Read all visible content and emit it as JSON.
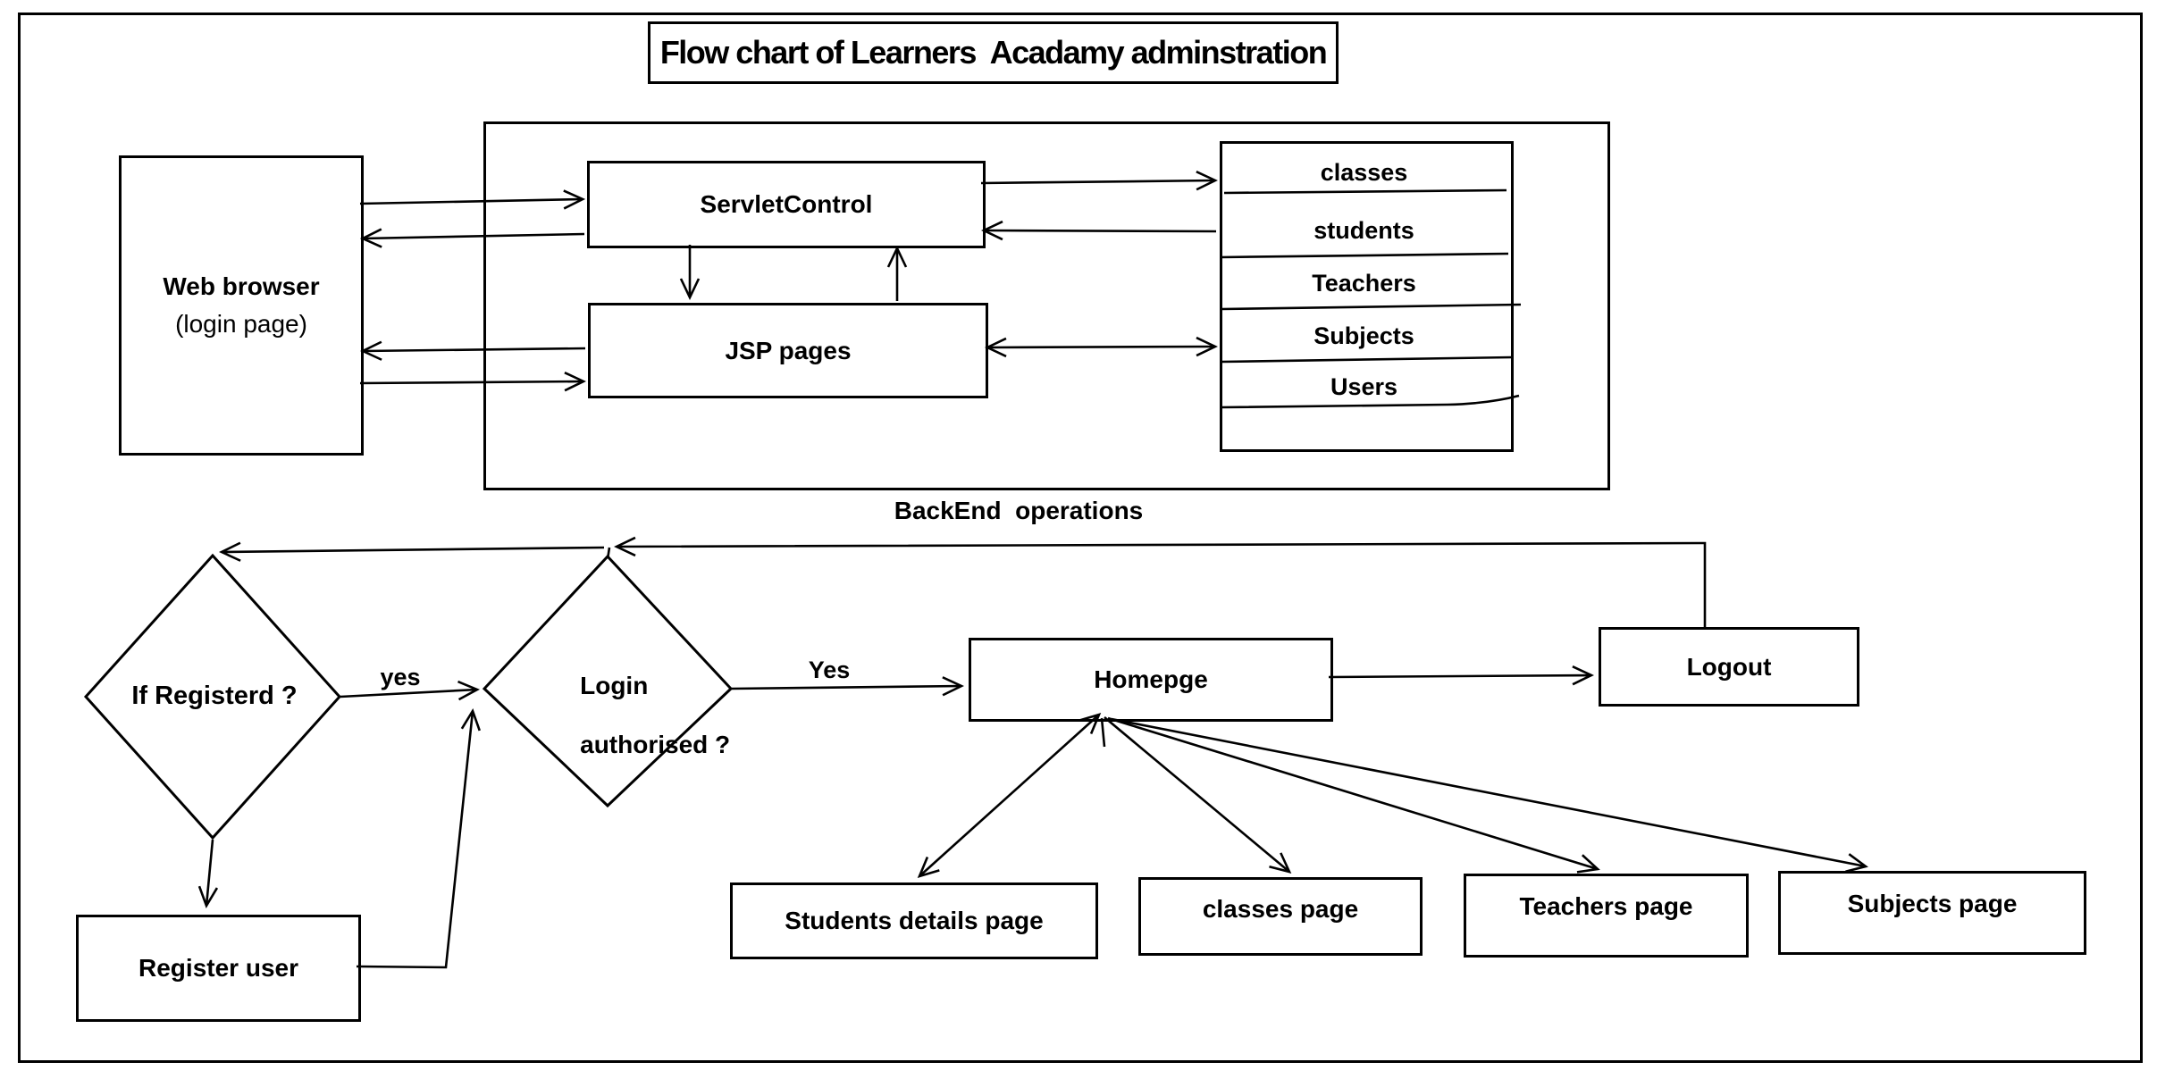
{
  "title": "Flow chart of Learners  Acadamy adminstration",
  "colors": {
    "ink": "#000000",
    "paper": "#ffffff"
  },
  "browser": {
    "line1": "Web browser",
    "line2": "(login page)"
  },
  "backend": {
    "label": "BackEnd  operations",
    "servlet_control": "ServletControl",
    "jsp_pages": "JSP pages",
    "database_tables": [
      "classes",
      "students",
      "Teachers",
      "Subjects",
      "Users"
    ]
  },
  "decisions": {
    "if_registered": "If Registerd ?",
    "login_line1": "Login",
    "login_line2": "authorised ?"
  },
  "edge_labels": {
    "registered_yes": "yes",
    "authorised_yes": "Yes"
  },
  "pages": {
    "homepage": "Homepge",
    "logout": "Logout",
    "register_user": "Register user",
    "students": "Students details page",
    "classes": "classes page",
    "teachers": "Teachers page",
    "subjects": "Subjects page"
  }
}
